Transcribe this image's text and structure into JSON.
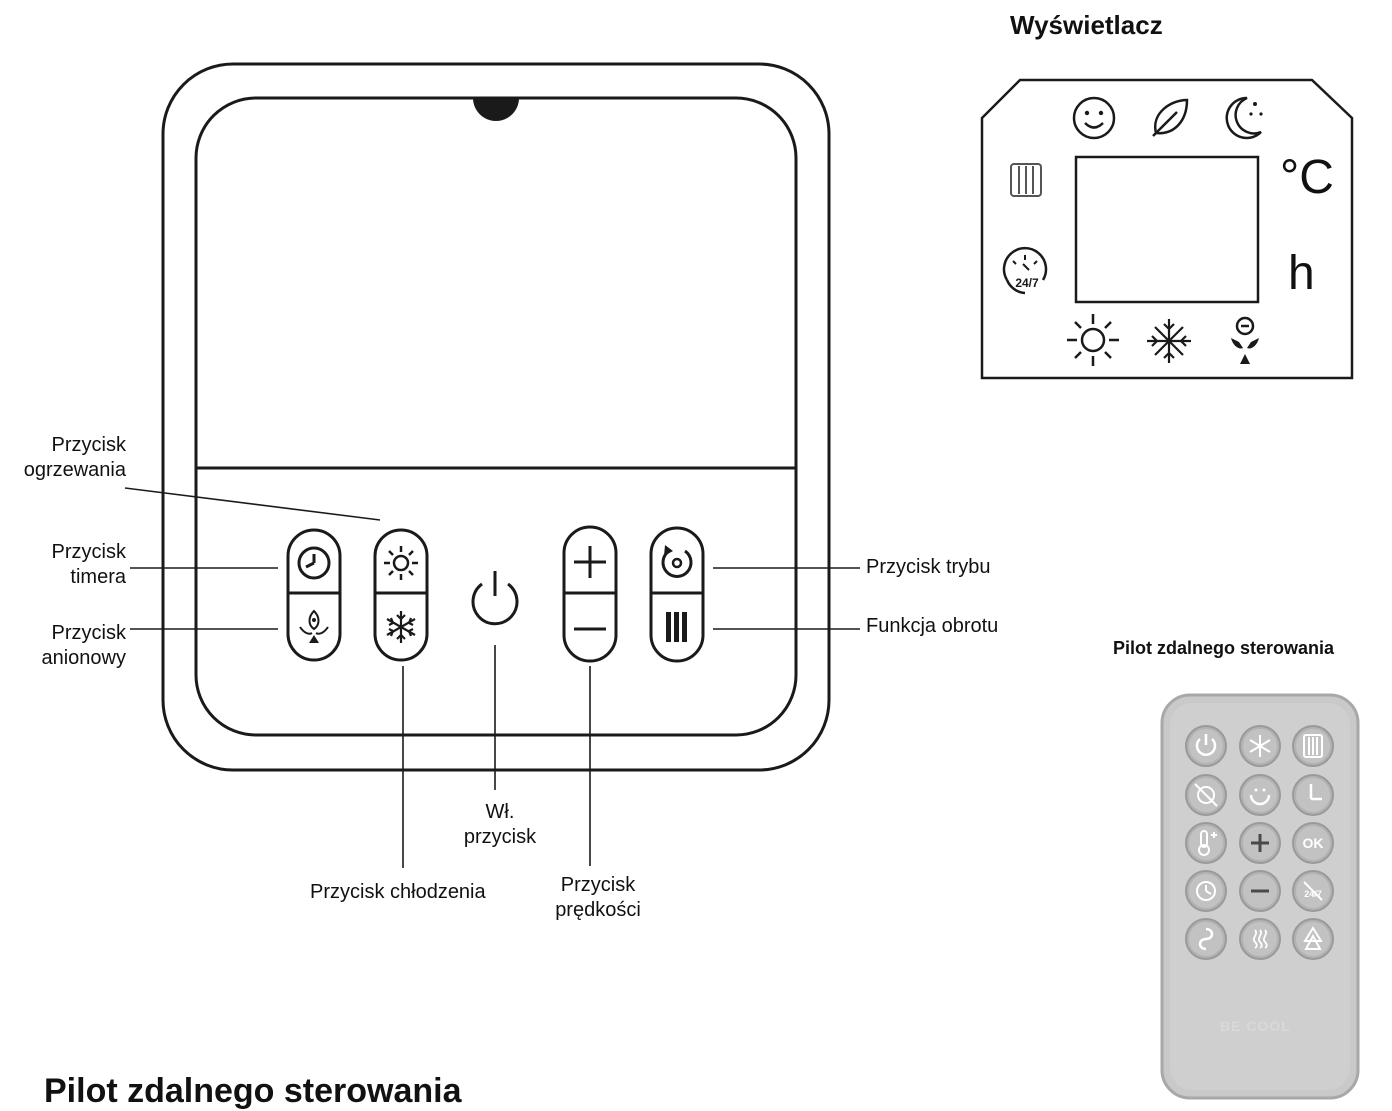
{
  "headings": {
    "display": "Wyświetlacz",
    "remote_small": "Pilot zdalnego sterowania",
    "remote_large": "Pilot zdalnego sterowania"
  },
  "labels": {
    "heating": [
      "Przycisk",
      "ogrzewania"
    ],
    "timer": [
      "Przycisk",
      "timera"
    ],
    "anion": [
      "Przycisk",
      "anionowy"
    ],
    "mode": "Przycisk trybu",
    "swing": "Funkcja obrotu",
    "power": [
      "Wł.",
      "przycisk"
    ],
    "cooling": "Przycisk chłodzenia",
    "speed": [
      "Przycisk",
      "prędkości"
    ]
  },
  "display_panel": {
    "unit_celsius": "°C",
    "unit_hours": "h",
    "icons": [
      "smile-icon",
      "leaf-icon",
      "moon-icon",
      "swing-icon",
      "timer-24-7-icon",
      "sun-icon",
      "snowflake-icon",
      "anion-icon"
    ]
  },
  "remote": {
    "brand": "BE COOL",
    "buttons": [
      [
        "power",
        "snowflake",
        "swing"
      ],
      [
        "fan-off",
        "sleep",
        "timer"
      ],
      [
        "temperature",
        "plus",
        "ok"
      ],
      [
        "clock",
        "minus",
        "timer-24-7-off"
      ],
      [
        "fan",
        "heat",
        "anion"
      ]
    ],
    "ok_label": "OK",
    "timer_24_7_label": "24/7"
  },
  "colors": {
    "line": "#1a1a1a",
    "remote_body": "#c9c9c9",
    "remote_button": "#b3b3b3"
  }
}
